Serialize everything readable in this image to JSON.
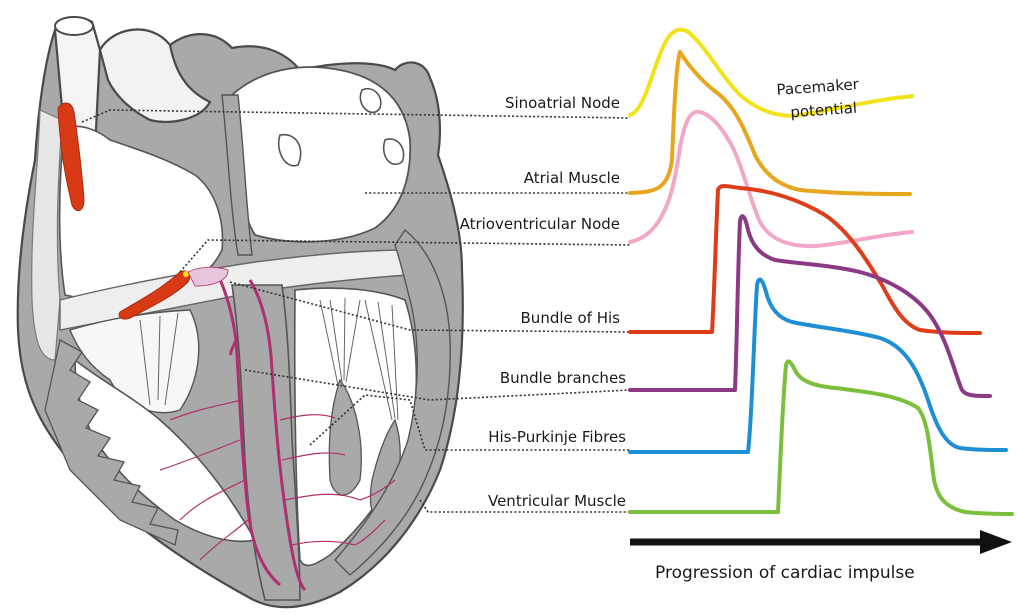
{
  "labels": {
    "sa_node": "Sinoatrial Node",
    "atrial_muscle": "Atrial Muscle",
    "av_node": "Atrioventricular Node",
    "bundle_his": "Bundle of His",
    "bundle_branches": "Bundle branches",
    "his_purkinje": "His-Purkinje Fibres",
    "ventricular_muscle": "Ventricular Muscle"
  },
  "pacemaker": {
    "line1": "Pacemaker",
    "line2": "potential"
  },
  "progression_label": "Progression of cardiac impulse",
  "colors": {
    "sa_node": "#f2e21c",
    "atrial_muscle": "#e8a51e",
    "av_node": "#f2a7c8",
    "bundle_his": "#de3d1a",
    "bundle_branches": "#8c3a86",
    "his_purkinje": "#1e8fd5",
    "ventricular_muscle": "#7cbf3b",
    "node_tissue": "#d83a16",
    "purkinje": "#b0306c",
    "heart_wall": "#a9a9a9"
  }
}
